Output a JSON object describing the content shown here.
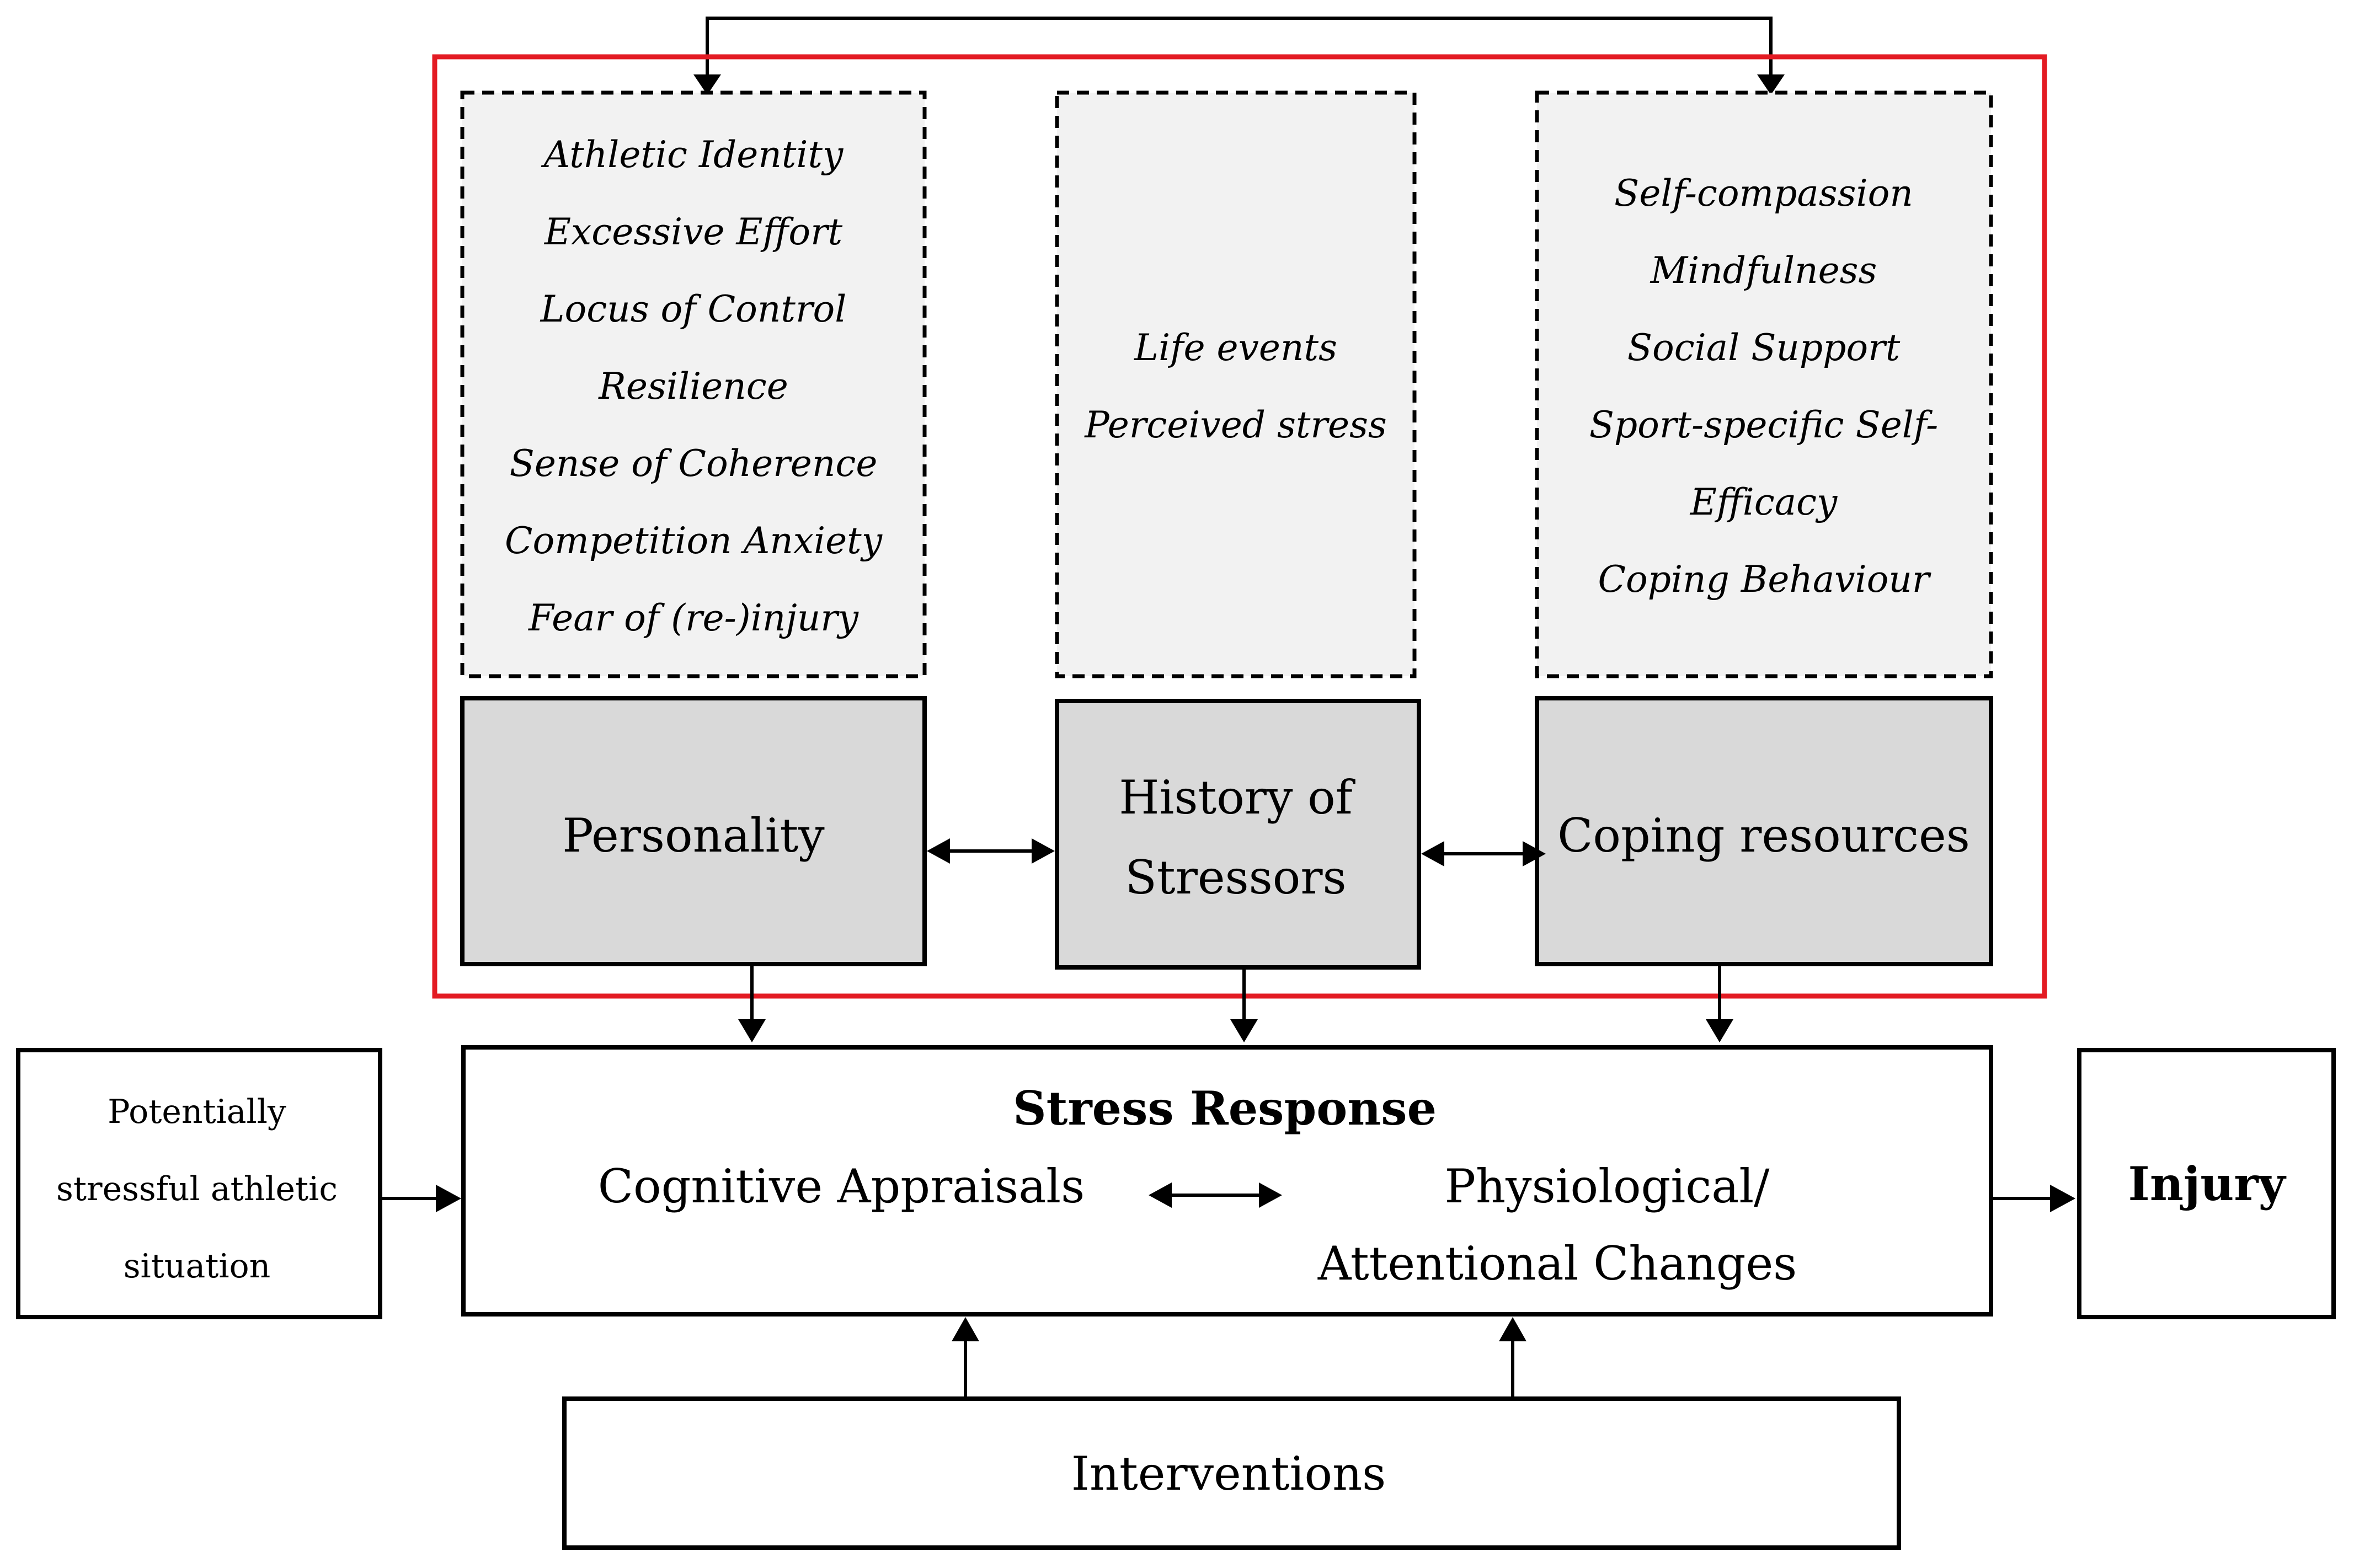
{
  "personality_traits": [
    "Athletic Identity",
    "Excessive Effort",
    "Locus of Control",
    "Resilience",
    "Sense of Coherence",
    "Competition Anxiety",
    "Fear of (re-)injury"
  ],
  "stressor_items": [
    "Life events",
    "Perceived stress"
  ],
  "coping_items": [
    "Self-compassion",
    "Mindfulness",
    "Social Support",
    "Sport-specific Self-",
    "Efficacy",
    "Coping Behaviour"
  ],
  "personality_label": "Personality",
  "history_label": [
    "History of",
    "Stressors"
  ],
  "coping_label": "Coping resources",
  "situation_label": [
    "Potentially",
    "stressful athletic",
    "situation"
  ],
  "stress_response": {
    "title": "Stress Response",
    "cognitive": "Cognitive Appraisals",
    "physio": [
      "Physiological/",
      "Attentional Changes"
    ]
  },
  "injury_label": "Injury",
  "interventions_label": "Interventions",
  "colors": {
    "highlight_border": "#e31b23",
    "dashed_box_fill": "#f2f2f2",
    "solid_box_fill": "#d9d9d9",
    "line": "#000000"
  }
}
